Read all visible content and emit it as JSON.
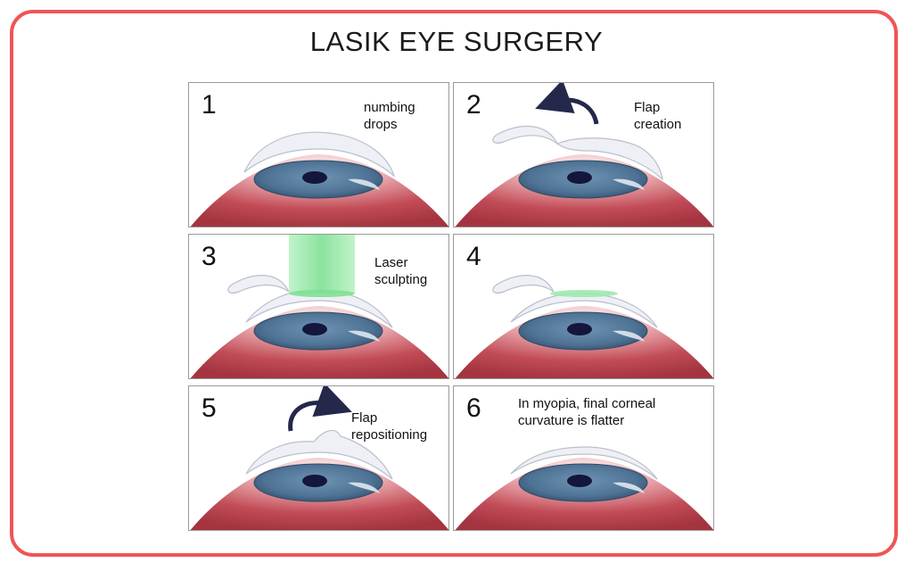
{
  "title": "LASIK EYE SURGERY",
  "colors": {
    "frame": "#ef5557",
    "eyeball": "#b8454f",
    "iris": "#4f7393",
    "pupil": "#14163c",
    "laser": "#8fe6a0",
    "arrow": "#24284b"
  },
  "steps": [
    {
      "number": "1",
      "caption": "numbing\ndrops"
    },
    {
      "number": "2",
      "caption": "Flap\ncreation"
    },
    {
      "number": "3",
      "caption": "Laser\nsculpting"
    },
    {
      "number": "4",
      "caption": ""
    },
    {
      "number": "5",
      "caption": "Flap\nrepositioning"
    },
    {
      "number": "6",
      "caption": "In myopia, final corneal\ncurvature is flatter"
    }
  ]
}
